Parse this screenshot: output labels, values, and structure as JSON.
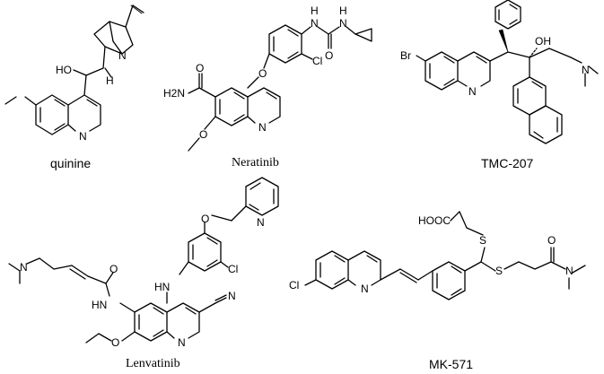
{
  "captions": {
    "quinine": "quinine",
    "neratinib": "Neratinib",
    "tmc207": "TMC-207",
    "lenvatinib": "Lenvatinib",
    "mk571": "MK-571"
  },
  "atom_labels": {
    "quinine": {
      "ho": "HO",
      "n_bridge": "N",
      "h": "H",
      "n_ring": "N"
    },
    "neratinib": {
      "nh_a": "H",
      "n_a": "N",
      "nh_b": "H",
      "n_b": "N",
      "o_urea": "O",
      "o_ether": "O",
      "cl": "Cl",
      "o_amide": "O",
      "h2n": "H2N",
      "n_ring": "N",
      "o_meo": "O"
    },
    "tmc207": {
      "br": "Br",
      "n_ring": "N",
      "oh": "OH",
      "n_amine": "N"
    },
    "lenvatinib": {
      "n_amine": "N",
      "o_amide": "O",
      "hn_amide": "HN",
      "hn_aryl": "HN",
      "o_ether": "O",
      "n_pyr": "N",
      "cl": "Cl",
      "n_nitrile": "N",
      "o_ethoxy": "O",
      "n_ring": "N"
    },
    "mk571": {
      "hooc": "HOOC",
      "s_a": "S",
      "s_b": "S",
      "o_amide": "O",
      "n_amide": "N",
      "cl": "Cl",
      "n_ring": "N"
    }
  }
}
